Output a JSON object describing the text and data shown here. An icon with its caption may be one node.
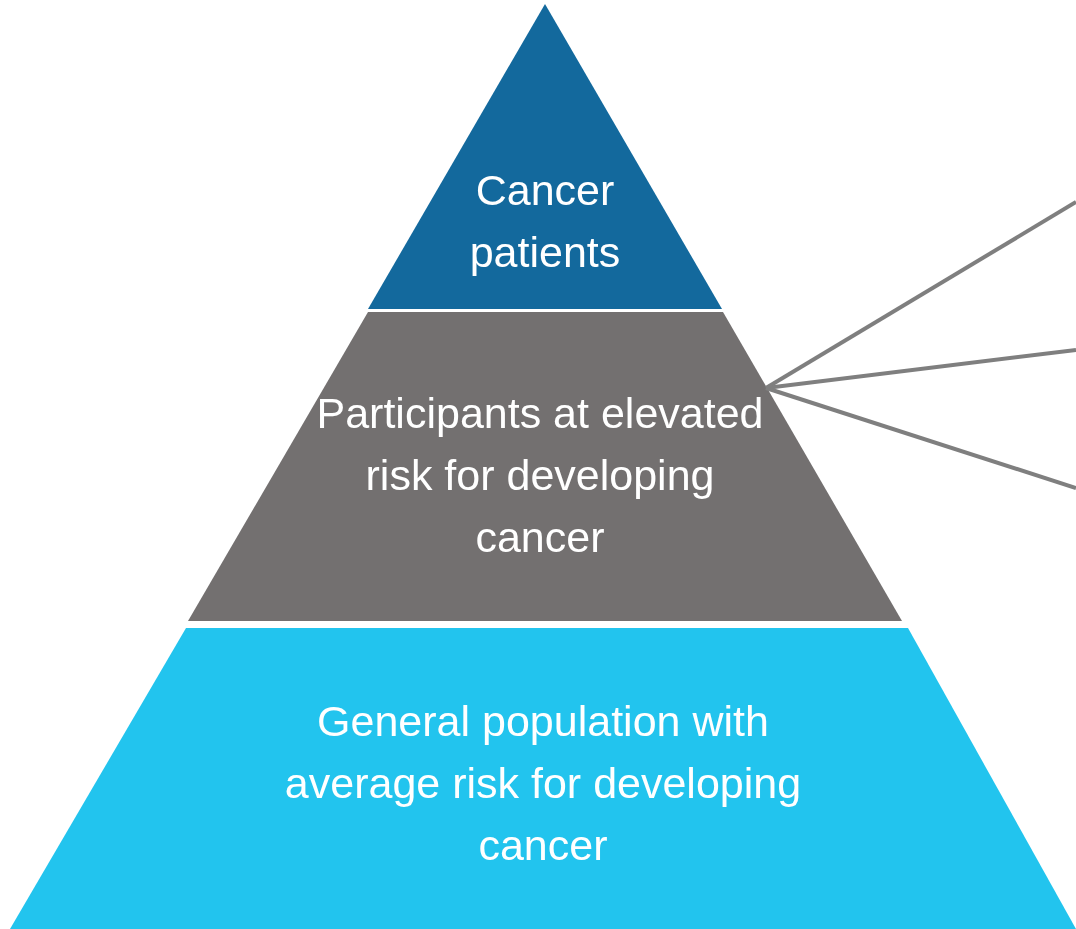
{
  "diagram": {
    "nodes": [
      {
        "text": [
          "Cancer patients"
        ]
      },
      {
        "text": [
          "Participants at elevated risk for developing cancer"
        ]
      },
      {
        "text": [
          "General population with average risk for developing cancer"
        ]
      }
    ],
    "edges": [
      {
        "from": 1,
        "to": null,
        "arrow": "none",
        "color": "#7f7f7f"
      },
      {
        "from": 1,
        "to": null,
        "arrow": "none",
        "color": "#7f7f7f"
      },
      {
        "from": 1,
        "to": null,
        "arrow": "none",
        "color": "#7f7f7f"
      }
    ]
  }
}
